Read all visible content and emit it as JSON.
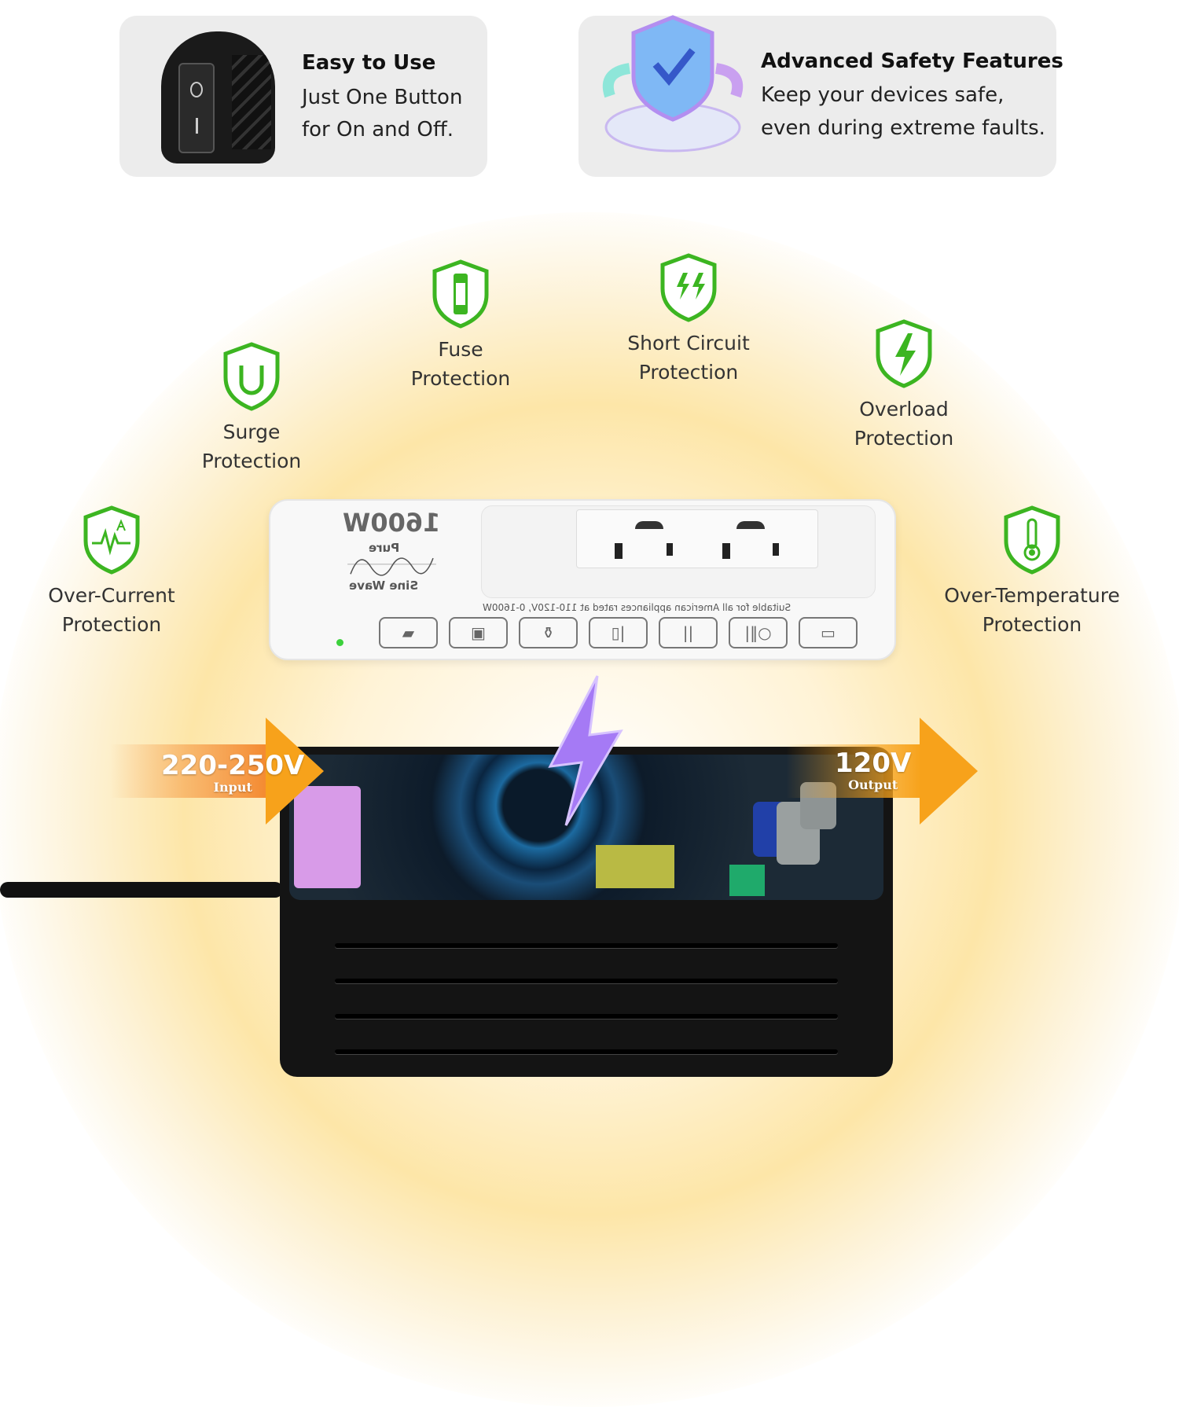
{
  "top_cards": [
    {
      "title": "Easy to Use",
      "lines": [
        "Just One Button",
        "for On and Off."
      ],
      "icon": "rocker-switch-icon"
    },
    {
      "title": "Advanced Safety Features",
      "lines": [
        "Keep your devices safe,",
        "even during extreme faults."
      ],
      "icon": "safety-shield-icon"
    }
  ],
  "features": [
    {
      "lines": [
        "Over-Current",
        "Protection"
      ],
      "icon": "over-current-shield-icon"
    },
    {
      "lines": [
        "Surge",
        "Protection"
      ],
      "icon": "surge-shield-icon"
    },
    {
      "lines": [
        "Fuse",
        "Protection"
      ],
      "icon": "fuse-shield-icon"
    },
    {
      "lines": [
        "Short Circuit",
        "Protection"
      ],
      "icon": "short-circuit-shield-icon"
    },
    {
      "lines": [
        "Overload",
        "Protection"
      ],
      "icon": "overload-shield-icon"
    },
    {
      "lines": [
        "Over-Temperature",
        "Protection"
      ],
      "icon": "thermometer-shield-icon"
    }
  ],
  "device": {
    "wattage": "1600W",
    "pure": "Pure",
    "sine_wave": "Sine Wave",
    "label": "Suitable for all American appliances rated at 110-120V, 0-1600W",
    "appliances": [
      "iron",
      "rice-cooker",
      "blender",
      "shaver-toothbrush",
      "curling-iron",
      "hair-tools",
      "laptop"
    ]
  },
  "input": {
    "voltage": "220-250V",
    "label": "Input"
  },
  "output": {
    "voltage": "120V",
    "label": "Output"
  },
  "colors": {
    "accent_green": "#3cb521",
    "arrow_orange": "#f7a21b",
    "card_bg": "#ececec"
  }
}
